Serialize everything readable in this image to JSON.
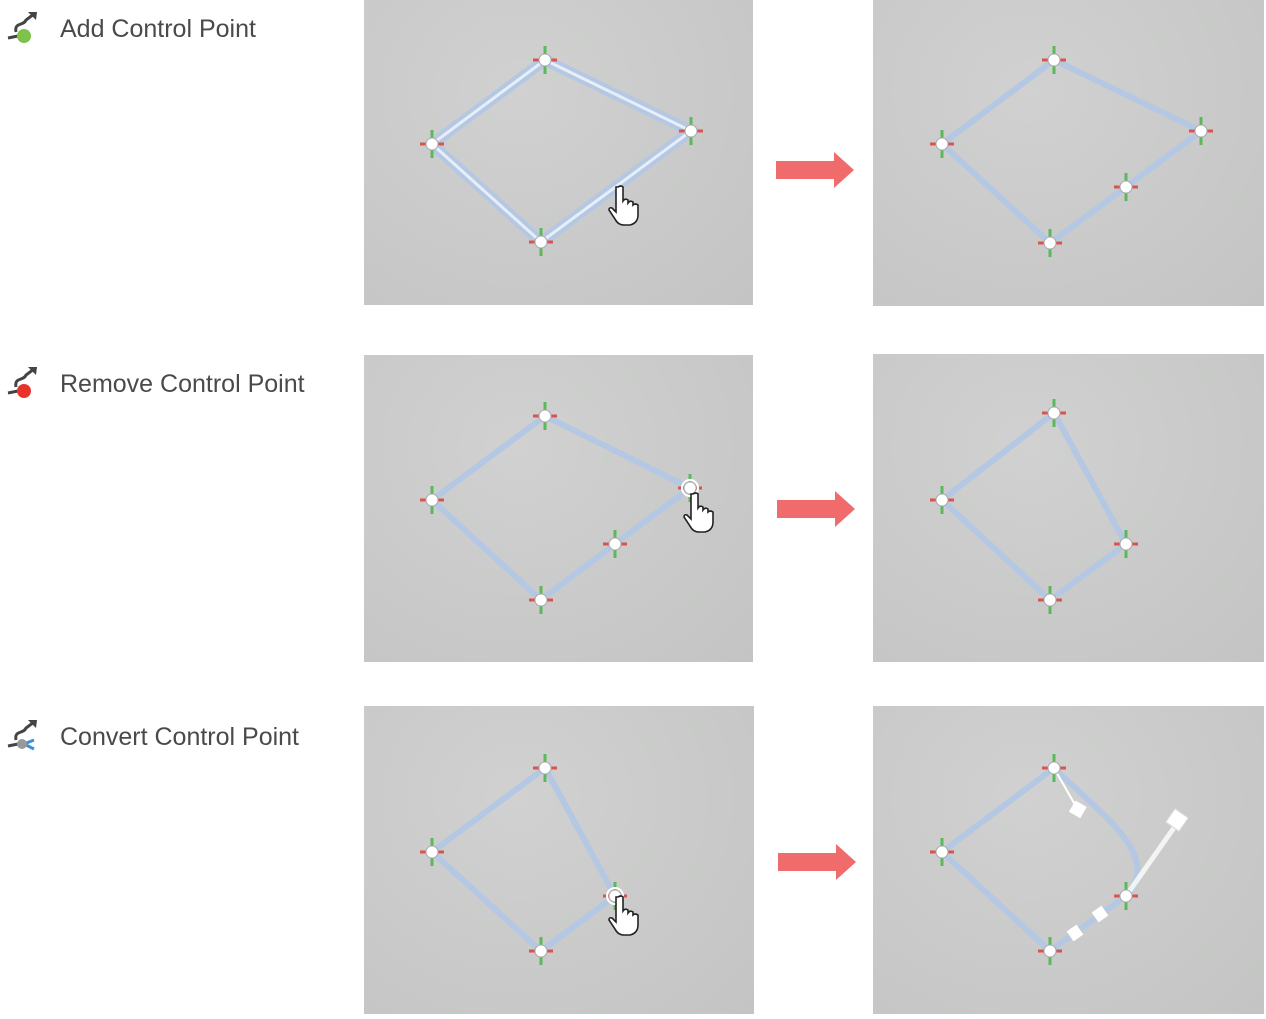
{
  "rows": [
    {
      "label": "Add Control Point",
      "icon": "add-control-point-icon",
      "dot_color": "#7dc24b"
    },
    {
      "label": "Remove Control Point",
      "icon": "remove-control-point-icon",
      "dot_color": "#e8332a"
    },
    {
      "label": "Convert Control Point",
      "icon": "convert-control-point-icon",
      "dot_color": "#3d8fd6"
    }
  ],
  "colors": {
    "arrow": "#f06b6b",
    "path": "#b4c8e4",
    "text": "#4a4a4a"
  }
}
